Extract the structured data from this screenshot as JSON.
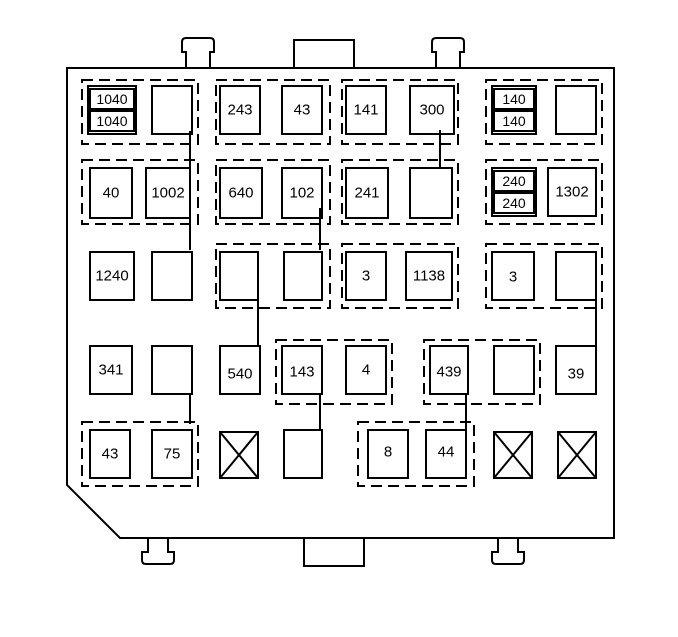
{
  "stroke_color": "#000000",
  "background_color": "#ffffff",
  "fuses": {
    "r1_a_top": "1040",
    "r1_a_bot": "1040",
    "r1_c": "243",
    "r1_d": "43",
    "r1_e": "141",
    "r1_f": "300",
    "r1_g_top": "140",
    "r1_g_bot": "140",
    "r2_a": "40",
    "r2_b": "1002",
    "r2_c": "640",
    "r2_d": "102",
    "r2_e": "241",
    "r2_g_top": "240",
    "r2_g_bot": "240",
    "r2_h": "1302",
    "r3_a": "1240",
    "r3_e": "3",
    "r3_f": "1138",
    "r3_g": "3",
    "r4_a": "341",
    "r4_c": "540",
    "r4_d": "143",
    "r4_e": "4",
    "r4_f": "439",
    "r4_h": "39",
    "r5_a": "43",
    "r5_b": "75",
    "r5_e": "8",
    "r5_f": "44"
  },
  "empty_slots": [
    "unused-slot",
    "unused-slot",
    "unused-slot"
  ]
}
